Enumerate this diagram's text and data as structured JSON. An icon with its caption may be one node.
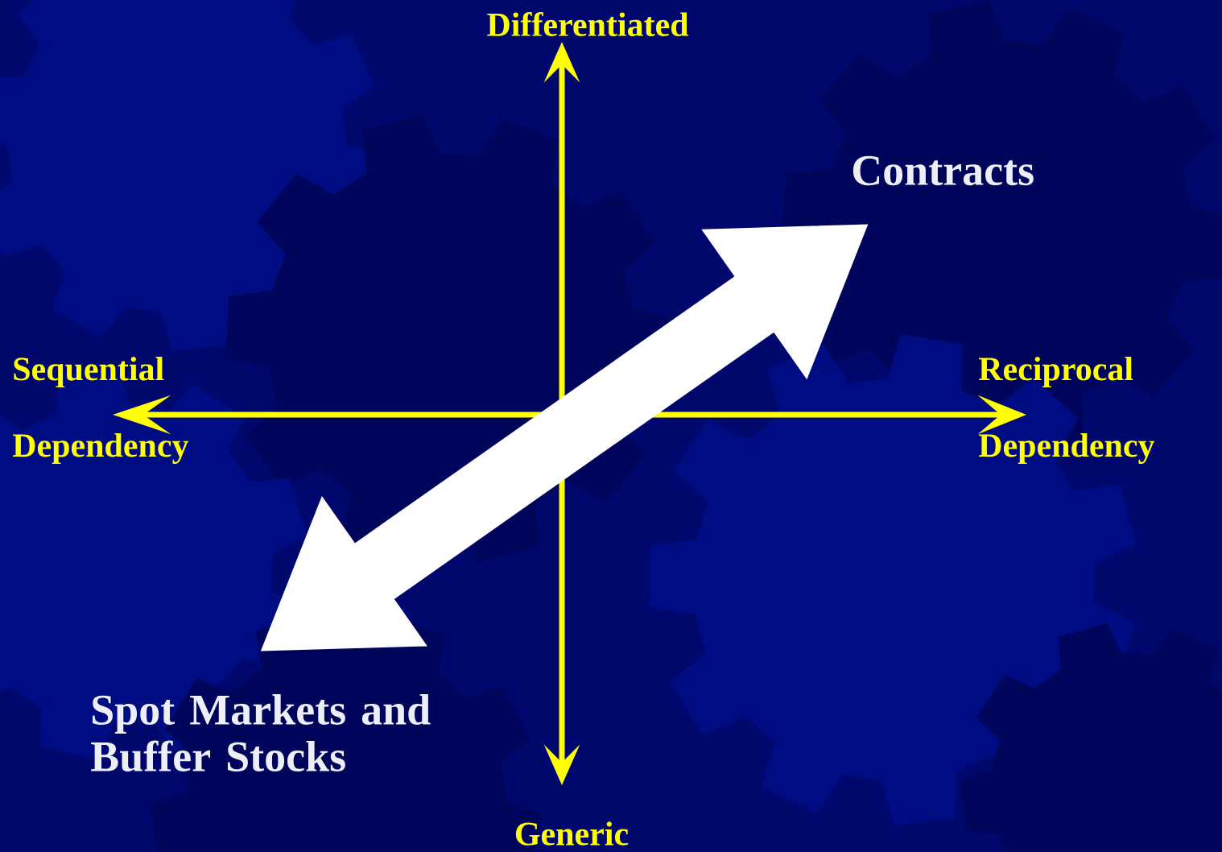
{
  "diagram": {
    "nodes": [
      {
        "text": [
          "Contracts"
        ]
      },
      {
        "text": [
          "Spot Markets and Buffer Stocks"
        ]
      }
    ],
    "edges": [
      {
        "from": 1,
        "to": 0,
        "arrow": "both"
      }
    ],
    "labels": [
      "Differentiated",
      "Sequential",
      "Dependency",
      "Reciprocal",
      "Dependency",
      "Generic"
    ]
  }
}
